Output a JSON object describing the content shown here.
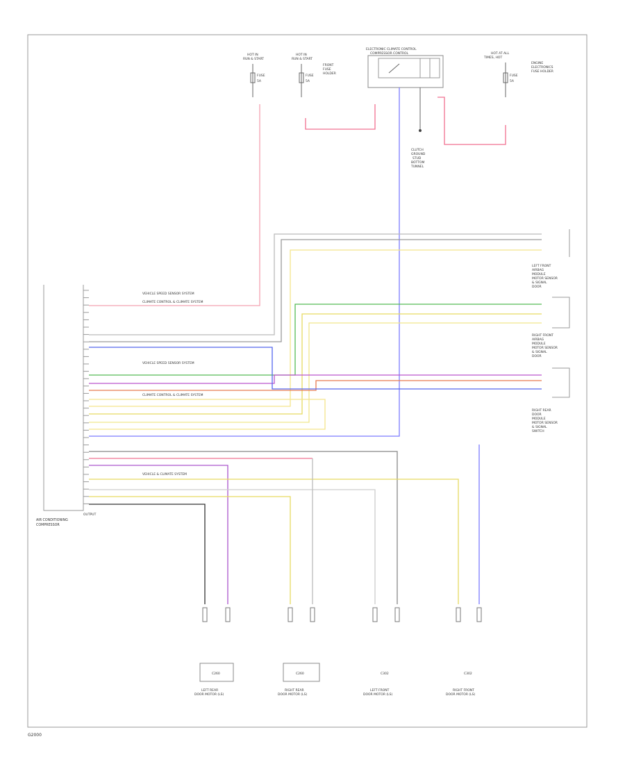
{
  "diagram": {
    "module_label": [
      "AIR CONDITIONING",
      "COMPRESSOR"
    ],
    "module_sub": "OUTPUT",
    "fuses": [
      {
        "label": [
          "HOT IN",
          "RUN & START"
        ],
        "fuse": "FUSE",
        "rating": "5A"
      },
      {
        "label": [
          "HOT IN",
          "RUN & START"
        ],
        "fuse": "FUSE",
        "rating": "5A",
        "sub": [
          "FRONT",
          "FUSE",
          "HOLDER"
        ]
      },
      {
        "label": [
          "HOT AT ALL",
          "TIMES, HOT"
        ],
        "fuse": "FUSE",
        "rating": "5A",
        "sub": [
          "ENGINE",
          "ELECTRONICS",
          "FUSE HOLDER"
        ]
      }
    ],
    "relay_label": [
      "ELECTRONIC CLIMATE CONTROL",
      "COMPRESSOR CONTROL"
    ],
    "ground_label": [
      "CLUTCH",
      "GROUND",
      "STUD",
      "BOTTOM",
      "TUNNEL"
    ],
    "right_sensors": [
      {
        "label": [
          "LEFT FRONT",
          "AIRBAG",
          "MODULE",
          "MOTOR SENSOR",
          "& SIGNAL",
          "DOOR"
        ]
      },
      {
        "label": [
          "RIGHT FRONT",
          "AIRBAG",
          "MODULE",
          "MOTOR SENSOR",
          "& SIGNAL",
          "DOOR"
        ]
      },
      {
        "label": [
          "RIGHT REAR",
          "DOOR",
          "MODULE",
          "MOTOR SENSOR",
          "& SIGNAL",
          "SWITCH"
        ]
      }
    ],
    "pin_notes": [
      "VEHICLE SPEED SENSOR SYSTEM",
      "CLIMATE CONTROL & CLIMATE SYSTEM",
      "VEHICLE SPEED SENSOR SYSTEM",
      "CLIMATE CONTROL & CLIMATE SYSTEM",
      "VEHICLE & CLIMATE SYSTEM"
    ],
    "bottom_connectors": [
      {
        "code": "C260",
        "label": [
          "LEFT REAR",
          "DOOR MOTOR (LS)"
        ]
      },
      {
        "code": "C260",
        "label": [
          "RIGHT REAR",
          "DOOR MOTOR (LS)"
        ]
      },
      {
        "code": "C302",
        "label": [
          "LEFT FRONT",
          "DOOR MOTOR (LS)"
        ]
      },
      {
        "code": "C302",
        "label": [
          "RIGHT FRONT",
          "DOOR MOTOR (LS)"
        ]
      }
    ],
    "footer": "G2000"
  }
}
